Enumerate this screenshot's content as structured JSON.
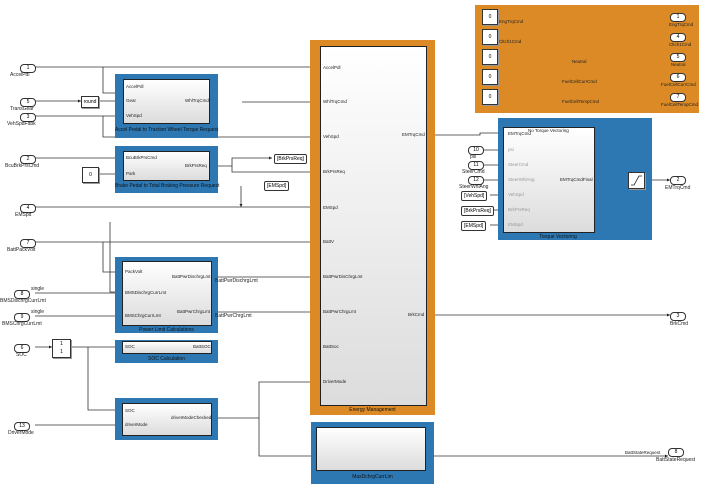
{
  "inports": [
    {
      "num": "1",
      "label": "AccelPdl"
    },
    {
      "num": "5",
      "label": "TransGear"
    },
    {
      "num": "3",
      "label": "VehSpdFdbk"
    },
    {
      "num": "2",
      "label": "BcuBrkPrsCmd"
    },
    {
      "num": "4",
      "label": "EMSpd"
    },
    {
      "num": "7",
      "label": "BattPackVolt"
    },
    {
      "num": "8",
      "label": "BMSDischrgCurrLmt",
      "type": "single"
    },
    {
      "num": "9",
      "label": "BMSChrgCurrLmt",
      "type": "single"
    },
    {
      "num": "6",
      "label": "SOC"
    },
    {
      "num": "13",
      "label": "DriverMode"
    }
  ],
  "round_block": "round",
  "reciprocal_block": {
    "num": "1",
    "den": "1"
  },
  "accel_block": {
    "title": "Accel Pedal to Traction Wheel Torque Request",
    "inputs": [
      "AccelPdl",
      "Gear",
      "VehSpd"
    ],
    "output": "WhlTrqCmd"
  },
  "brake_block": {
    "title": "Brake Pedal to Total Braking Pressure Request",
    "inputs": [
      "BcuBrkPrsCmd",
      "Park"
    ],
    "output": "BrkPrsReq",
    "park_const": "0"
  },
  "goto_brk": "[BrkPrsReq]",
  "from_emspd": "[EMSpd]",
  "power_block": {
    "title": "Power Limit Calculations",
    "inputs": [
      "PackVolt",
      "BMSDischrgCurrLmt",
      "BMSChrgCurrLmt"
    ],
    "outputs": [
      "BattPwrDischrgLmt",
      "BattPwrChrgLmt"
    ]
  },
  "soc_block": {
    "title": "SOC Calculation",
    "input": "SOC",
    "output": "BattSOC"
  },
  "mode_block": {
    "inputs": [
      "SOC",
      "driverMode"
    ],
    "output": "driverModeChecked"
  },
  "energy_block": {
    "title": "Energy Management",
    "inputs": [
      "AccelPdl",
      "WhlTrqCmd",
      "VehSpd",
      "BrkPrsReq",
      "EMSpd",
      "BattV",
      "BattPwrDisChrgLmt",
      "BattPwrChrgLmt",
      "BattSoc",
      "DriverMode"
    ],
    "outputs": [
      "EMTrqCmd",
      "BrkCmd"
    ]
  },
  "signal_labels": {
    "dischrg": "BattPwrDischrgLmt",
    "chrg": "BattPwrChrgLmt"
  },
  "maxdchrg_block": {
    "title": "MaxDchrgCurrLim"
  },
  "const_group": [
    {
      "value": "0",
      "signal": "EngTrqCmd",
      "num": "1",
      "out": "EngTrqCmd"
    },
    {
      "value": "0",
      "signal": "Cltch1Cmd",
      "num": "4",
      "out": "Cltch1Cmd"
    },
    {
      "value": "0",
      "signal": "Neutral",
      "num": "5",
      "out": "Neutral"
    },
    {
      "value": "0",
      "signal": "FuelCellCurrCmd",
      "num": "6",
      "out": "FuelCellCurrCmd"
    },
    {
      "value": "0",
      "signal": "FuelCellTempCmd",
      "num": "7",
      "out": "FuelCellTempCmd"
    }
  ],
  "tv_block": {
    "title": "Torque Vectoring",
    "variant": "No Torque Vectoring",
    "inputs": [
      "EMTrqCmd",
      "psi",
      "SteerCmd",
      "SteerWhlAng",
      "VehSpd",
      "BrkPrsReq",
      "EMSpd"
    ],
    "output": "EMTrqCmdFinal",
    "inports": [
      {
        "num": "10",
        "label": "psi"
      },
      {
        "num": "11",
        "label": "SteerCmd"
      },
      {
        "num": "12",
        "label": "SteerWhlAng"
      }
    ],
    "froms": [
      "[VehSpd]",
      "[BrkPrsReq]",
      "[EMSpd]"
    ]
  },
  "outports": [
    {
      "num": "2",
      "label": "EMTrqCmd"
    },
    {
      "num": "3",
      "label": "BrkCmd"
    },
    {
      "num": "8",
      "label": "BattStateRequest",
      "signal": "BattStateRequest"
    }
  ],
  "colors": {
    "subsystem_blue": "#2d78b3",
    "area_orange": "#dc8a26"
  }
}
